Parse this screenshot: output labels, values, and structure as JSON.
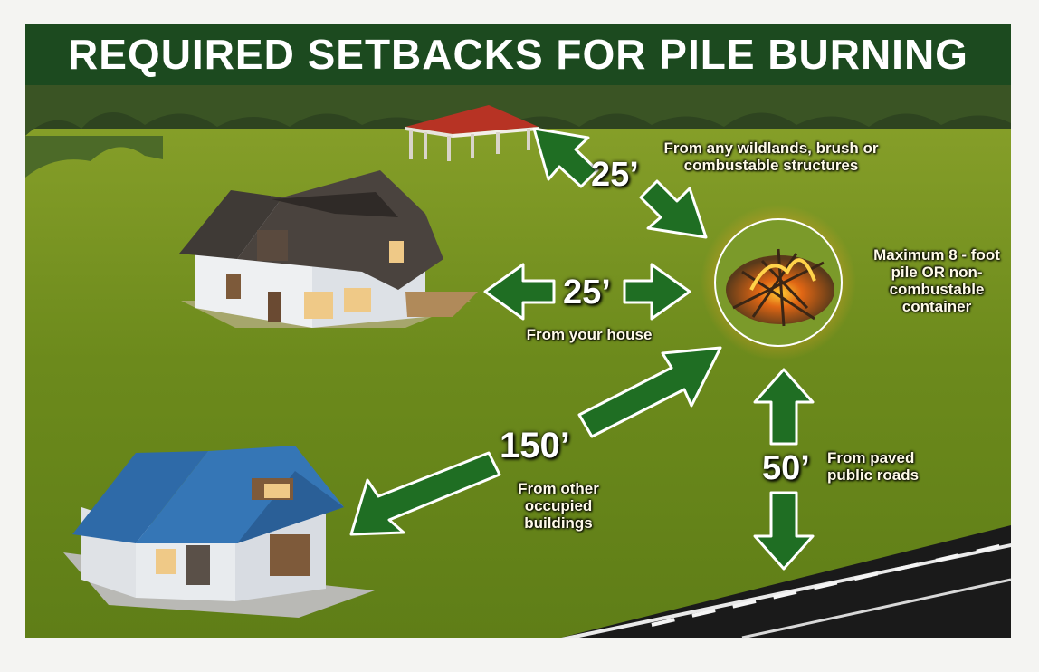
{
  "title": "REQUIRED SETBACKS FOR PILE BURNING",
  "setbacks": [
    {
      "distance": "25’",
      "label": "From any wildlands, brush or combustable structures"
    },
    {
      "distance": "25’",
      "label": "From your house"
    },
    {
      "distance": "150’",
      "label": "From other occupied buildings"
    },
    {
      "distance": "50’",
      "label": "From paved public roads"
    }
  ],
  "pile_note": "Maximum 8 - foot pile OR non-combustable container",
  "colors": {
    "title_bg": "#1c4a1f",
    "grass": "#6f8a1e",
    "arrow": "#1f6e23",
    "roof_brown": "#3f3a36",
    "roof_blue": "#2e6aa8",
    "road": "#1a1a1a"
  }
}
